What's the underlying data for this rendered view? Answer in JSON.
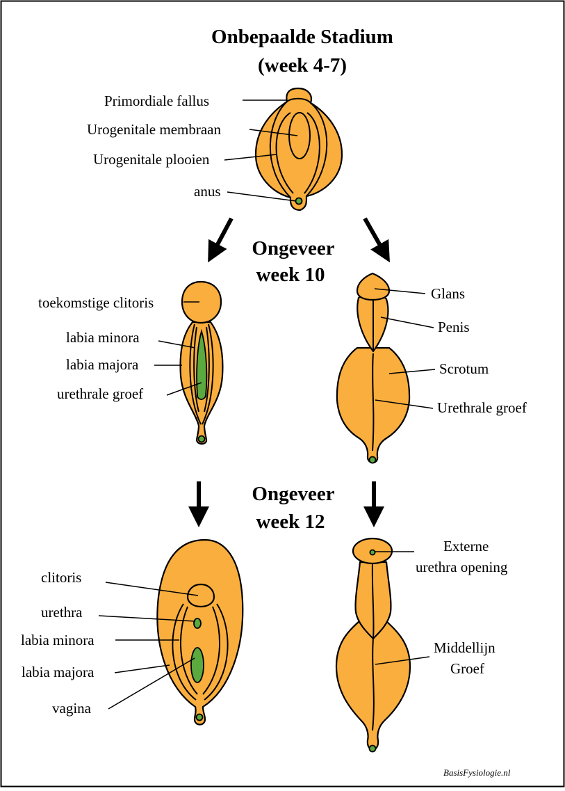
{
  "titles": {
    "stage1_line1": "Onbepaalde Stadium",
    "stage1_line2": "(week 4-7)",
    "stage2_line1": "Ongeveer",
    "stage2_line2": "week 10",
    "stage3_line1": "Ongeveer",
    "stage3_line2": "week 12"
  },
  "indifferent": {
    "primordial_phallus": "Primordiale fallus",
    "urogenital_membrane": "Urogenitale membraan",
    "urogenital_folds": "Urogenitale plooien",
    "anus": "anus"
  },
  "female_week10": {
    "future_clitoris": "toekomstige clitoris",
    "labia_minora": "labia minora",
    "labia_majora": "labia majora",
    "urethral_groove": "urethrale groef"
  },
  "male_week10": {
    "glans": "Glans",
    "penis": "Penis",
    "scrotum": "Scrotum",
    "urethral_groove": "Urethrale groef"
  },
  "female_week12": {
    "clitoris": "clitoris",
    "urethra": "urethra",
    "labia_minora": "labia minora",
    "labia_majora": "labia majora",
    "vagina": "vagina"
  },
  "male_week12": {
    "external_urethral_opening_line1": "Externe",
    "external_urethral_opening_line2": "urethra opening",
    "midline_groove_line1": "Middellijn",
    "midline_groove_line2": "Groef"
  },
  "watermark": "BasisFysiologie.nl",
  "colors": {
    "tissue": "#F9AE3E",
    "opening": "#5AAA3F",
    "outline": "#000000"
  }
}
